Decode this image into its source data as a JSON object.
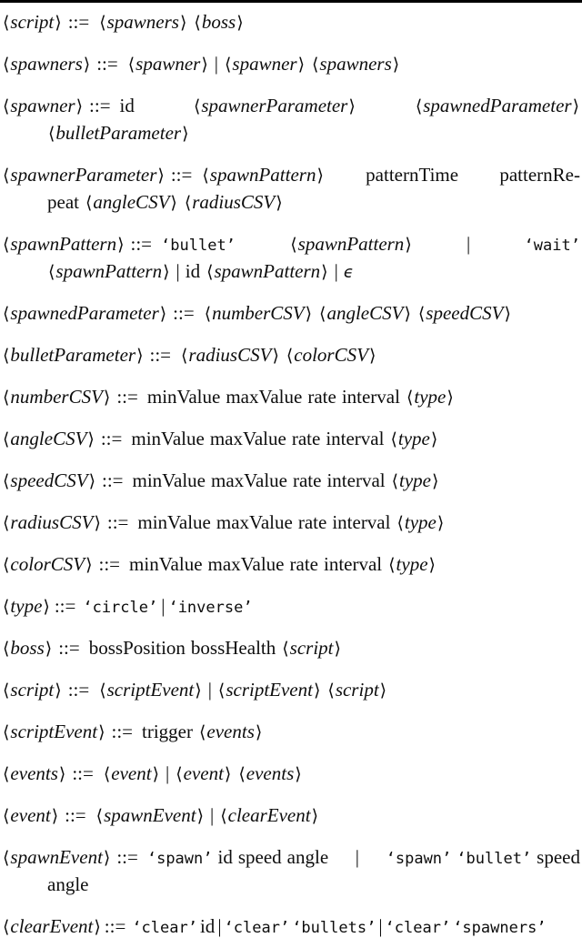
{
  "symbols": {
    "assign": "::=",
    "bar": "|",
    "epsilon": "ϵ",
    "langle": "⟨",
    "rangle": "⟩",
    "quote_open": "‘",
    "quote_close": "’"
  },
  "grammar": {
    "rules": [
      {
        "lines": [
          {
            "stretch": false,
            "groups": [
              [
                {
                  "k": "nt",
                  "v": "script"
                },
                {
                  "k": "op"
                },
                {
                  "k": "nt",
                  "v": "spawners"
                },
                {
                  "k": "nt",
                  "v": "boss"
                }
              ]
            ]
          }
        ]
      },
      {
        "lines": [
          {
            "stretch": false,
            "groups": [
              [
                {
                  "k": "nt",
                  "v": "spawners"
                },
                {
                  "k": "op"
                },
                {
                  "k": "nt",
                  "v": "spawner"
                },
                {
                  "k": "bar"
                },
                {
                  "k": "nt",
                  "v": "spawner"
                },
                {
                  "k": "nt",
                  "v": "spawners"
                }
              ]
            ]
          }
        ]
      },
      {
        "lines": [
          {
            "stretch": true,
            "groups": [
              [
                {
                  "k": "nt",
                  "v": "spawner"
                },
                {
                  "k": "op"
                },
                {
                  "k": "kw",
                  "v": "id"
                }
              ],
              [
                {
                  "k": "nt",
                  "v": "spawnerParameter"
                }
              ],
              [
                {
                  "k": "nt",
                  "v": "spawnedParameter"
                }
              ]
            ]
          },
          {
            "stretch": false,
            "indent": true,
            "groups": [
              [
                {
                  "k": "nt",
                  "v": "bulletParameter"
                }
              ]
            ]
          }
        ]
      },
      {
        "lines": [
          {
            "stretch": true,
            "groups": [
              [
                {
                  "k": "nt",
                  "v": "spawnerParameter"
                },
                {
                  "k": "op"
                },
                {
                  "k": "nt",
                  "v": "spawnPattern"
                }
              ],
              [
                {
                  "k": "kw",
                  "v": "patternTime"
                }
              ],
              [
                {
                  "k": "kw",
                  "v": "patternRe-"
                }
              ]
            ]
          },
          {
            "stretch": false,
            "indent": true,
            "groups": [
              [
                {
                  "k": "kw",
                  "v": "peat"
                },
                {
                  "k": "nt",
                  "v": "angleCSV"
                },
                {
                  "k": "nt",
                  "v": "radiusCSV"
                }
              ]
            ]
          }
        ]
      },
      {
        "lines": [
          {
            "stretch": true,
            "groups": [
              [
                {
                  "k": "nt",
                  "v": "spawnPattern"
                },
                {
                  "k": "op"
                },
                {
                  "k": "term",
                  "v": "bullet"
                }
              ],
              [
                {
                  "k": "nt",
                  "v": "spawnPattern"
                }
              ],
              [
                {
                  "k": "bar"
                }
              ],
              [
                {
                  "k": "term",
                  "v": "wait"
                }
              ]
            ]
          },
          {
            "stretch": false,
            "indent": true,
            "groups": [
              [
                {
                  "k": "nt",
                  "v": "spawnPattern"
                },
                {
                  "k": "bar"
                },
                {
                  "k": "kw",
                  "v": "id"
                },
                {
                  "k": "nt",
                  "v": "spawnPattern"
                },
                {
                  "k": "bar"
                },
                {
                  "k": "eps"
                }
              ]
            ]
          }
        ]
      },
      {
        "lines": [
          {
            "stretch": false,
            "groups": [
              [
                {
                  "k": "nt",
                  "v": "spawnedParameter"
                },
                {
                  "k": "op"
                },
                {
                  "k": "nt",
                  "v": "numberCSV"
                },
                {
                  "k": "nt",
                  "v": "angleCSV"
                },
                {
                  "k": "nt",
                  "v": "speedCSV"
                }
              ]
            ]
          }
        ]
      },
      {
        "lines": [
          {
            "stretch": false,
            "groups": [
              [
                {
                  "k": "nt",
                  "v": "bulletParameter"
                },
                {
                  "k": "op"
                },
                {
                  "k": "nt",
                  "v": "radiusCSV"
                },
                {
                  "k": "nt",
                  "v": "colorCSV"
                }
              ]
            ]
          }
        ]
      },
      {
        "lines": [
          {
            "stretch": false,
            "groups": [
              [
                {
                  "k": "nt",
                  "v": "numberCSV"
                },
                {
                  "k": "op"
                },
                {
                  "k": "kw",
                  "v": "minValue"
                },
                {
                  "k": "kw",
                  "v": "maxValue"
                },
                {
                  "k": "kw",
                  "v": "rate"
                },
                {
                  "k": "kw",
                  "v": "interval"
                },
                {
                  "k": "nt",
                  "v": "type"
                }
              ]
            ]
          }
        ]
      },
      {
        "lines": [
          {
            "stretch": false,
            "groups": [
              [
                {
                  "k": "nt",
                  "v": "angleCSV"
                },
                {
                  "k": "op"
                },
                {
                  "k": "kw",
                  "v": "minValue"
                },
                {
                  "k": "kw",
                  "v": "maxValue"
                },
                {
                  "k": "kw",
                  "v": "rate"
                },
                {
                  "k": "kw",
                  "v": "interval"
                },
                {
                  "k": "nt",
                  "v": "type"
                }
              ]
            ]
          }
        ]
      },
      {
        "lines": [
          {
            "stretch": false,
            "groups": [
              [
                {
                  "k": "nt",
                  "v": "speedCSV"
                },
                {
                  "k": "op"
                },
                {
                  "k": "kw",
                  "v": "minValue"
                },
                {
                  "k": "kw",
                  "v": "maxValue"
                },
                {
                  "k": "kw",
                  "v": "rate"
                },
                {
                  "k": "kw",
                  "v": "interval"
                },
                {
                  "k": "nt",
                  "v": "type"
                }
              ]
            ]
          }
        ]
      },
      {
        "lines": [
          {
            "stretch": false,
            "groups": [
              [
                {
                  "k": "nt",
                  "v": "radiusCSV"
                },
                {
                  "k": "op"
                },
                {
                  "k": "kw",
                  "v": "minValue"
                },
                {
                  "k": "kw",
                  "v": "maxValue"
                },
                {
                  "k": "kw",
                  "v": "rate"
                },
                {
                  "k": "kw",
                  "v": "interval"
                },
                {
                  "k": "nt",
                  "v": "type"
                }
              ]
            ]
          }
        ]
      },
      {
        "lines": [
          {
            "stretch": false,
            "groups": [
              [
                {
                  "k": "nt",
                  "v": "colorCSV"
                },
                {
                  "k": "op"
                },
                {
                  "k": "kw",
                  "v": "minValue"
                },
                {
                  "k": "kw",
                  "v": "maxValue"
                },
                {
                  "k": "kw",
                  "v": "rate"
                },
                {
                  "k": "kw",
                  "v": "interval"
                },
                {
                  "k": "nt",
                  "v": "type"
                }
              ]
            ]
          }
        ]
      },
      {
        "lines": [
          {
            "stretch": false,
            "gap": 4,
            "groups": [
              [
                {
                  "k": "nt",
                  "v": "type"
                },
                {
                  "k": "op"
                },
                {
                  "k": "term",
                  "v": "circle"
                },
                {
                  "k": "bar"
                },
                {
                  "k": "term",
                  "v": "inverse"
                }
              ]
            ]
          }
        ]
      },
      {
        "lines": [
          {
            "stretch": false,
            "groups": [
              [
                {
                  "k": "nt",
                  "v": "boss"
                },
                {
                  "k": "op"
                },
                {
                  "k": "kw",
                  "v": "bossPosition"
                },
                {
                  "k": "kw",
                  "v": "bossHealth"
                },
                {
                  "k": "nt",
                  "v": "script"
                }
              ]
            ]
          }
        ]
      },
      {
        "lines": [
          {
            "stretch": false,
            "groups": [
              [
                {
                  "k": "nt",
                  "v": "script"
                },
                {
                  "k": "op"
                },
                {
                  "k": "nt",
                  "v": "scriptEvent"
                },
                {
                  "k": "bar"
                },
                {
                  "k": "nt",
                  "v": "scriptEvent"
                },
                {
                  "k": "nt",
                  "v": "script"
                }
              ]
            ]
          }
        ]
      },
      {
        "lines": [
          {
            "stretch": false,
            "groups": [
              [
                {
                  "k": "nt",
                  "v": "scriptEvent"
                },
                {
                  "k": "op"
                },
                {
                  "k": "kw",
                  "v": "trigger"
                },
                {
                  "k": "nt",
                  "v": "events"
                }
              ]
            ]
          }
        ]
      },
      {
        "lines": [
          {
            "stretch": false,
            "groups": [
              [
                {
                  "k": "nt",
                  "v": "events"
                },
                {
                  "k": "op"
                },
                {
                  "k": "nt",
                  "v": "event"
                },
                {
                  "k": "bar"
                },
                {
                  "k": "nt",
                  "v": "event"
                },
                {
                  "k": "nt",
                  "v": "events"
                }
              ]
            ]
          }
        ]
      },
      {
        "lines": [
          {
            "stretch": false,
            "groups": [
              [
                {
                  "k": "nt",
                  "v": "event"
                },
                {
                  "k": "op"
                },
                {
                  "k": "nt",
                  "v": "spawnEvent"
                },
                {
                  "k": "bar"
                },
                {
                  "k": "nt",
                  "v": "clearEvent"
                }
              ]
            ]
          }
        ]
      },
      {
        "lines": [
          {
            "stretch": true,
            "groups": [
              [
                {
                  "k": "nt",
                  "v": "spawnEvent"
                },
                {
                  "k": "op"
                },
                {
                  "k": "term",
                  "v": "spawn"
                },
                {
                  "k": "kw",
                  "v": "id"
                },
                {
                  "k": "kw",
                  "v": "speed"
                },
                {
                  "k": "kw",
                  "v": "angle"
                }
              ],
              [
                {
                  "k": "bar"
                }
              ],
              [
                {
                  "k": "term",
                  "v": "spawn"
                },
                {
                  "k": "term",
                  "v": "bullet"
                },
                {
                  "k": "kw",
                  "v": "speed"
                }
              ]
            ]
          },
          {
            "stretch": false,
            "indent": true,
            "groups": [
              [
                {
                  "k": "kw",
                  "v": "angle"
                }
              ]
            ]
          }
        ]
      },
      {
        "lines": [
          {
            "stretch": false,
            "gap": 3,
            "groups": [
              [
                {
                  "k": "nt",
                  "v": "clearEvent"
                },
                {
                  "k": "op"
                },
                {
                  "k": "term",
                  "v": "clear"
                },
                {
                  "k": "kw",
                  "v": "id"
                },
                {
                  "k": "bar"
                },
                {
                  "k": "term",
                  "v": "clear"
                },
                {
                  "k": "term",
                  "v": "bullets"
                },
                {
                  "k": "bar"
                },
                {
                  "k": "term",
                  "v": "clear"
                },
                {
                  "k": "term",
                  "v": "spawners"
                }
              ]
            ]
          }
        ]
      }
    ]
  }
}
